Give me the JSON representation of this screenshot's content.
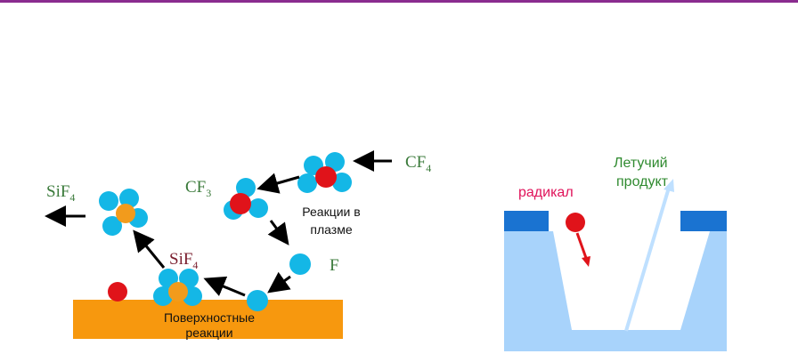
{
  "colors": {
    "top_bar": "#8a2c8f",
    "fluorine": "#14b7e6",
    "silicon": "#f29b1c",
    "carbon": "#e0131a",
    "substrate": "#f7980e",
    "chem_label": "#3a7a3a",
    "sif4_label": "#7a1e2e",
    "arrow": "#000000",
    "mask": "#1a73d1",
    "trench": "#a8d3fb",
    "radical_label": "#e0135a",
    "volatile_label": "#2f8a2f",
    "radical": "#e0131a",
    "radical_arrow": "#e0131a",
    "product_arrow": "#bfe0ff"
  },
  "left_panel": {
    "cf4": {
      "base": "CF",
      "sub": "4"
    },
    "cf3": {
      "base": "CF",
      "sub": "3"
    },
    "sif4_left": {
      "base": "SiF",
      "sub": "4"
    },
    "sif4_surface": {
      "base": "SiF",
      "sub": "4"
    },
    "f": "F",
    "plasma_reactions": [
      "Реакции в",
      "плазме"
    ],
    "surface_reactions": [
      "Поверхностные",
      "реакции"
    ]
  },
  "right_panel": {
    "radical_label": "радикал",
    "volatile_product": [
      "Летучий",
      "продукт"
    ]
  }
}
